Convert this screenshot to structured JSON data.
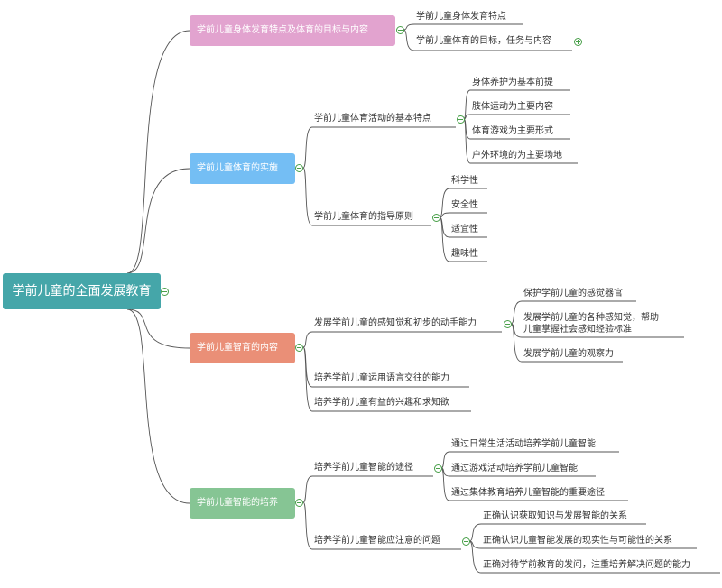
{
  "root": {
    "label": "学前儿童的全面发展教育"
  },
  "branches": [
    {
      "label": "学前儿童身体发育特点及体育的目标与内容",
      "children": [
        "学前儿童身体发育特点",
        "学前儿童体育的目标，任务与内容"
      ]
    },
    {
      "label": "学前儿童体育的实施",
      "children": [
        {
          "label": "学前儿童体育活动的基本特点",
          "children": [
            "身体养护为基本前提",
            "肢体运动为主要内容",
            "体育游戏为主要形式",
            "户外环境的为主要场地"
          ]
        },
        {
          "label": "学前儿童体育的指导原则",
          "children": [
            "科学性",
            "安全性",
            "适宜性",
            "趣味性"
          ]
        }
      ]
    },
    {
      "label": "学前儿童智育的内容",
      "children": [
        {
          "label": "发展学前儿童的感知觉和初步的动手能力",
          "children": [
            "保护学前儿童的感觉器官",
            "发展学前儿童的各种感知觉，帮助",
            "儿童掌握社会感知经验标准",
            "发展学前儿童的观察力"
          ]
        },
        {
          "label": "培养学前儿童运用语言交往的能力"
        },
        {
          "label": "培养学前儿童有益的兴趣和求知欲"
        }
      ]
    },
    {
      "label": "学前儿童智能的培养",
      "children": [
        {
          "label": "培养学前儿童智能的途径",
          "children": [
            "通过日常生活活动培养学前儿童智能",
            "通过游戏活动培养学前儿童智能",
            "通过集体教育培养儿童智能的重要途径"
          ]
        },
        {
          "label": "培养学前儿童智能应注意的问题",
          "children": [
            "正确认识获取知识与发展智能的关系",
            "正确认识儿童智能发展的现实性与可能性的关系",
            "正确对待学前教育的发问，注重培养解决问题的能力"
          ]
        }
      ]
    }
  ],
  "colors": {
    "root": "#45a6a9",
    "branch_1": "#e2a3cf",
    "branch_2": "#74bef4",
    "branch_3": "#ea8f77",
    "branch_4": "#86c594",
    "toggle": "#49a04a",
    "connector": "#555555"
  }
}
